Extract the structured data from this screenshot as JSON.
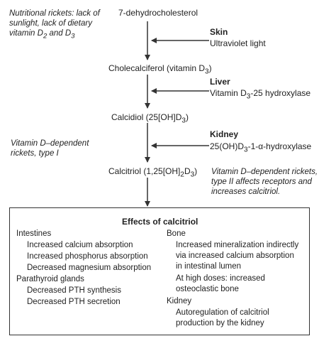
{
  "nodes": {
    "dehydro": "7-dehydrocholesterol",
    "chole": "Cholecalciferol (vitamin D",
    "chole_sub": "3",
    "chole_end": ")",
    "calcidiol": "Calcidiol (25[OH]D",
    "calcidiol_sub": "3",
    "calcidiol_end": ")",
    "calcitriol": "Calcitriol (1,25[OH]",
    "calcitriol_sub1": "2",
    "calcitriol_mid": "D",
    "calcitriol_sub2": "3",
    "calcitriol_end": ")"
  },
  "steps": {
    "skin_title": "Skin",
    "skin_text": "Ultraviolet light",
    "liver_title": "Liver",
    "liver_text_a": "Vitamin D",
    "liver_sub": "3",
    "liver_text_b": "-25 hydroxylase",
    "kidney_title": "Kidney",
    "kidney_text_a": "25(OH)D",
    "kidney_sub": "3",
    "kidney_text_b": "-1-α-hydroxylase"
  },
  "notes": {
    "nutritional_1": "Nutritional rickets: lack of",
    "nutritional_2": "sunlight, lack of dietary",
    "nutritional_3a": "vitamin D",
    "nutritional_sub2": "2",
    "nutritional_3b": " and D",
    "nutritional_sub3": "3",
    "type1_1": "Vitamin D–dependent",
    "type1_2": "rickets, type I",
    "type2_1": "Vitamin D–dependent rickets,",
    "type2_2": "type II affects receptors and",
    "type2_3": "increases calcitriol."
  },
  "effects": {
    "title": "Effects of calcitriol",
    "intestines": "Intestines",
    "int_1": "Increased calcium absorption",
    "int_2": "Increased phosphorus absorption",
    "int_3": "Decreased magnesium absorption",
    "parathyroid": "Parathyroid glands",
    "pth_1": "Decreased PTH synthesis",
    "pth_2": "Decreased PTH secretion",
    "bone": "Bone",
    "bone_1a": "Increased mineralization indirectly",
    "bone_1b": "via increased calcium absorption",
    "bone_1c": "in intestinal lumen",
    "bone_2a": "At high doses: increased",
    "bone_2b": "osteoclastic bone",
    "kidney": "Kidney",
    "kid_1a": "Autoregulation of calcitriol",
    "kid_1b": "production by the kidney"
  }
}
